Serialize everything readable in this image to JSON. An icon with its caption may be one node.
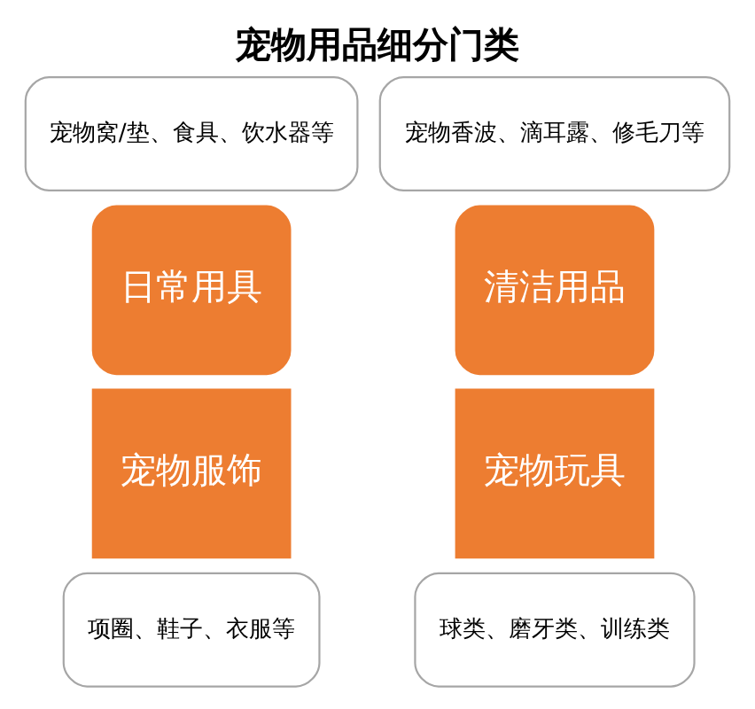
{
  "diagram": {
    "title": "宠物用品细分门类",
    "nodes": [
      {
        "text": [
          "宠物窝/垫、食具、饮水器等"
        ]
      },
      {
        "text": [
          "宠物香波、滴耳露、修毛刀等"
        ]
      },
      {
        "text": [
          "日常用具"
        ]
      },
      {
        "text": [
          "清洁用品"
        ]
      },
      {
        "text": [
          "宠物服饰"
        ]
      },
      {
        "text": [
          "宠物玩具"
        ]
      },
      {
        "text": [
          "项圈、鞋子、衣服等"
        ]
      },
      {
        "text": [
          "球类、磨牙类、训练类"
        ]
      }
    ]
  }
}
